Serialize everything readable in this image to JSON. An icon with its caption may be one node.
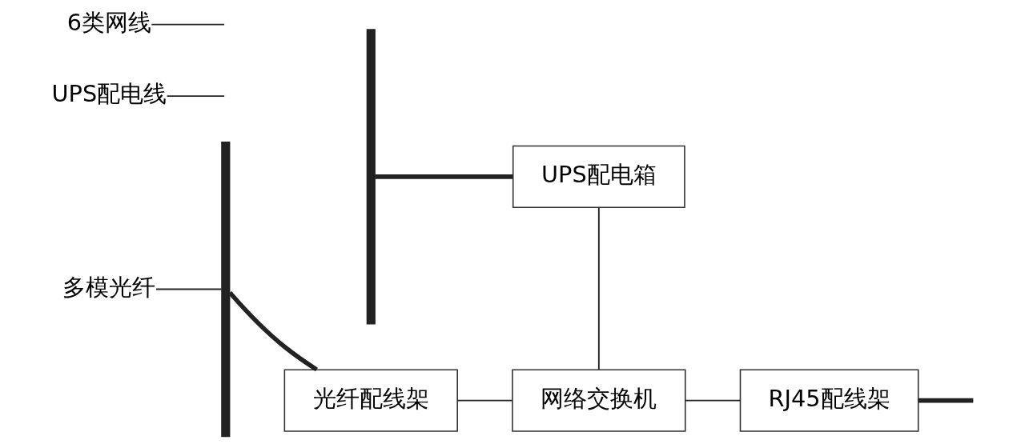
{
  "diagram": {
    "nodes": [
      {
        "text": [],
        "shape": "bar"
      },
      {
        "text": [],
        "shape": "bar"
      },
      {
        "text": [
          "UPS配电线"
        ]
      },
      {
        "text": [
          "UPS配电箱"
        ]
      },
      {
        "text": [
          "6类网线"
        ]
      },
      {
        "text": [
          "多模光纤"
        ]
      },
      {
        "text": [
          "光纤配线架"
        ]
      },
      {
        "text": [
          "网络交换机"
        ]
      },
      {
        "text": [
          "RJ45配线架"
        ]
      }
    ],
    "edges": [
      {
        "from": 1,
        "to": 3,
        "arrow": "none",
        "style": "thick"
      },
      {
        "from": 0,
        "to": 6,
        "arrow": "none",
        "style": "thick"
      },
      {
        "from": 3,
        "to": 7,
        "arrow": "none"
      },
      {
        "from": 6,
        "to": 7,
        "arrow": "none"
      },
      {
        "from": 7,
        "to": 8,
        "arrow": "none"
      },
      {
        "from": 8,
        "to": null,
        "arrow": "none",
        "style": "thick"
      },
      {
        "from": 2,
        "to": null,
        "arrow": "none"
      },
      {
        "from": 4,
        "to": null,
        "arrow": "none"
      },
      {
        "from": 5,
        "to": 0,
        "arrow": "none"
      }
    ]
  }
}
